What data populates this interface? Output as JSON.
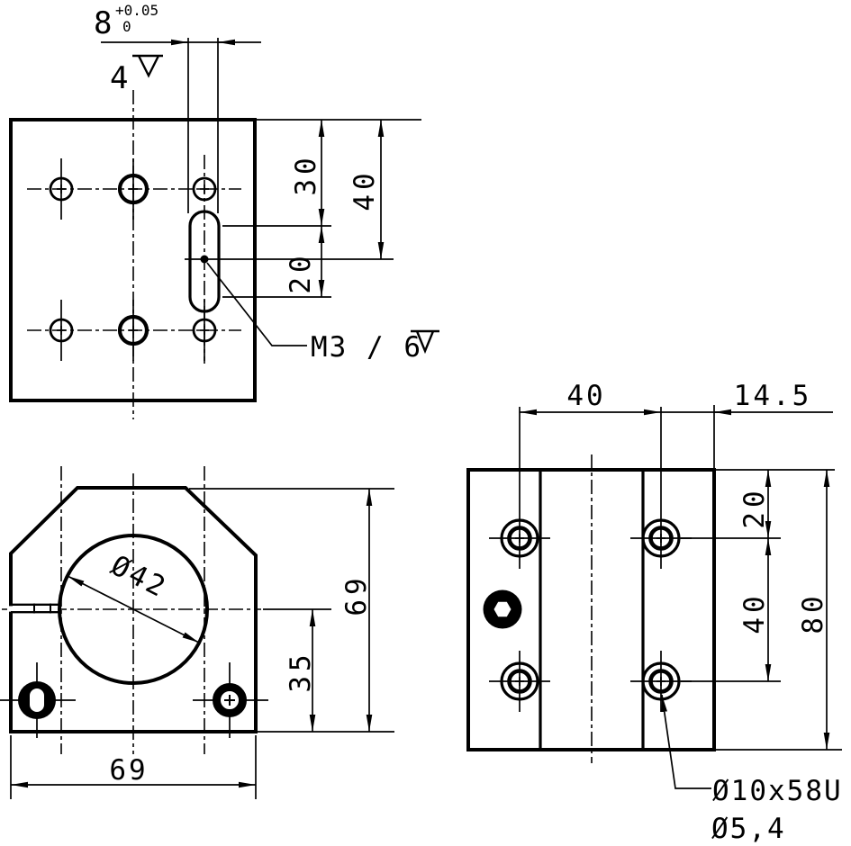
{
  "top_view": {
    "slot_width": "8",
    "slot_tol_upper": "+0.05",
    "slot_tol_lower": "0",
    "slot_depth": "4",
    "dim_top_to_slot": "30",
    "dim_top_to_m3": "40",
    "dim_slot_span": "20",
    "thread_note": "M3 / 6"
  },
  "front_view": {
    "bore_dia": "Ø42",
    "dim_height": "69",
    "dim_bore_height": "35",
    "dim_width": "69"
  },
  "side_view": {
    "dim_hole_spacing_x": "40",
    "dim_edge_offset": "14.5",
    "dim_top_offset": "20",
    "dim_hole_spacing_y": "40",
    "dim_height": "80",
    "counterbore_note": "Ø10x58U",
    "hole_dia_note": "Ø5,4"
  }
}
